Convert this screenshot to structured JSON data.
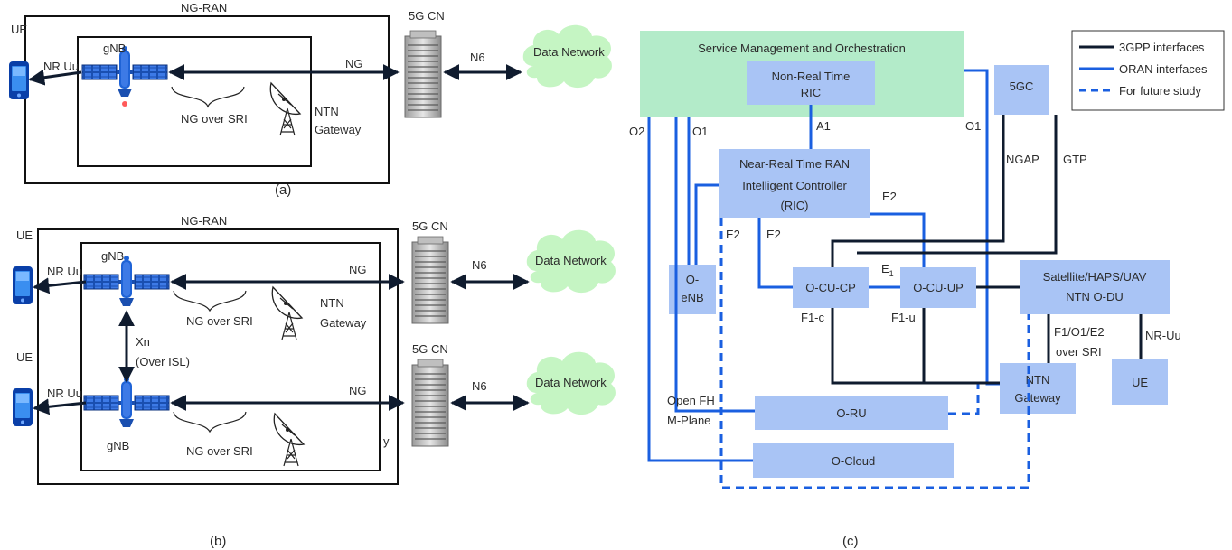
{
  "panel_a": {
    "caption": "(a)",
    "ng_ran": "NG-RAN",
    "ue": "UE",
    "gnb": "gNB",
    "nr_uu": "NR Uu",
    "ng": "NG",
    "ng_over_sri": "NG over SRI",
    "ntn": "NTN",
    "gateway": "Gateway",
    "core": "5G CN",
    "n6": "N6",
    "data_network": "Data Network"
  },
  "panel_b": {
    "caption": "(b)",
    "ng_ran": "NG-RAN",
    "ue_top": "UE",
    "ue_bottom": "UE",
    "gnb_top": "gNB",
    "gnb_bottom": "gNB",
    "nr_uu_top": "NR Uu",
    "nr_uu_bottom": "NR Uu",
    "ng_top": "NG",
    "ng_bottom": "NG",
    "ng_over_sri_top": "NG over SRI",
    "ng_over_sri_bottom": "NG over SRI",
    "ntn": "NTN",
    "gateway": "Gateway",
    "gateway_partial": "y",
    "xn": "Xn",
    "over_isl": "(Over ISL)",
    "core_top": "5G CN",
    "core_bottom": "5G CN",
    "n6_top": "N6",
    "n6_bottom": "N6",
    "data_network_top": "Data Network",
    "data_network_bottom": "Data Network"
  },
  "panel_c": {
    "caption": "(c)",
    "smo": "Service Management and Orchestration",
    "non_rt_ric_1": "Non-Real Time",
    "non_rt_ric_2": "RIC",
    "near_rt_ric_1": "Near-Real Time RAN",
    "near_rt_ric_2": "Intelligent Controller",
    "near_rt_ric_3": "(RIC)",
    "five_gc": "5GC",
    "o_enb_1": "O-",
    "o_enb_2": "eNB",
    "o_cu_cp": "O-CU-CP",
    "o_cu_up": "O-CU-UP",
    "ntn_o_du_1": "Satellite/HAPS/UAV",
    "ntn_o_du_2": "NTN O-DU",
    "ntn_gateway_1": "NTN",
    "ntn_gateway_2": "Gateway",
    "ue": "UE",
    "o_ru": "O-RU",
    "o_cloud": "O-Cloud",
    "a1": "A1",
    "o1_left": "O1",
    "o1_right": "O1",
    "o2": "O2",
    "e2_top": "E2",
    "e2_left": "E2",
    "e2_mid": "E2",
    "e1": "E",
    "e1_sub": "1",
    "f1c": "F1-c",
    "f1u": "F1-u",
    "ngap": "NGAP",
    "gtp": "GTP",
    "f1_o1_e2": "F1/O1/E2",
    "over_sri": "over SRI",
    "nr_uu": "NR-Uu",
    "open_fh": "Open FH",
    "m_plane": "M-Plane"
  },
  "legend": {
    "items": [
      {
        "label": "3GPP interfaces",
        "style": "solid",
        "color": "#0f1b2e"
      },
      {
        "label": "ORAN interfaces",
        "style": "solid",
        "color": "#1a5fe0"
      },
      {
        "label": "For future study",
        "style": "dashed",
        "color": "#1a5fe0"
      }
    ]
  },
  "colors": {
    "smo": "#b3ebc9",
    "box": "#a9c4f5",
    "oran": "#1a5fe0",
    "threegpp": "#0f1b2e",
    "cloud": "#c5f5c3"
  }
}
